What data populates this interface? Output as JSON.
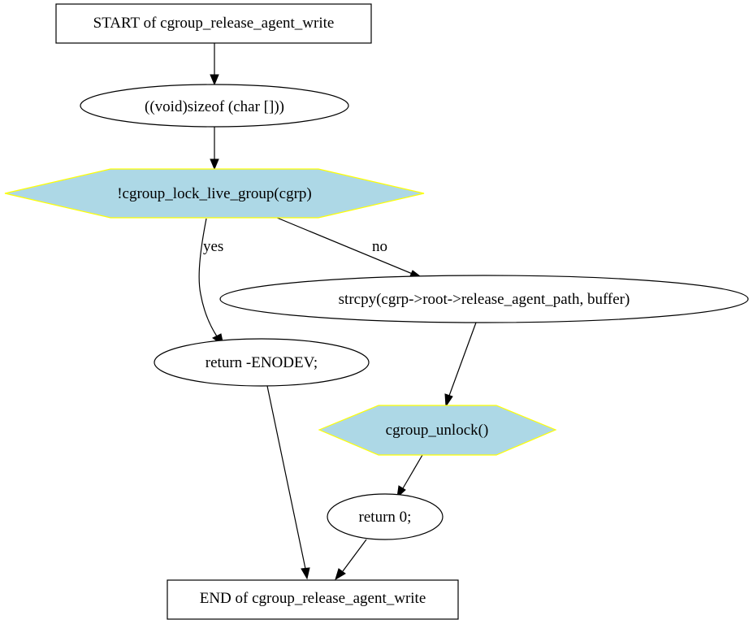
{
  "nodes": {
    "start": {
      "label": "START of cgroup_release_agent_write",
      "shape": "box"
    },
    "sizeof": {
      "label": "((void)sizeof (char []))",
      "shape": "ellipse"
    },
    "lock_check": {
      "label": "!cgroup_lock_live_group(cgrp)",
      "shape": "hexagon"
    },
    "strcpy": {
      "label": "strcpy(cgrp->root->release_agent_path, buffer)",
      "shape": "ellipse"
    },
    "return_enodev": {
      "label": "return -ENODEV;",
      "shape": "ellipse"
    },
    "unlock": {
      "label": "cgroup_unlock()",
      "shape": "hexagon"
    },
    "return_zero": {
      "label": "return 0;",
      "shape": "ellipse"
    },
    "end": {
      "label": "END of cgroup_release_agent_write",
      "shape": "box"
    }
  },
  "edges": {
    "start_to_sizeof": {
      "from": "start",
      "to": "sizeof",
      "label": ""
    },
    "sizeof_to_lock": {
      "from": "sizeof",
      "to": "lock_check",
      "label": ""
    },
    "lock_yes": {
      "from": "lock_check",
      "to": "return_enodev",
      "label": "yes"
    },
    "lock_no": {
      "from": "lock_check",
      "to": "strcpy",
      "label": "no"
    },
    "strcpy_to_unlock": {
      "from": "strcpy",
      "to": "unlock",
      "label": ""
    },
    "unlock_to_return": {
      "from": "unlock",
      "to": "return_zero",
      "label": ""
    },
    "enodev_to_end": {
      "from": "return_enodev",
      "to": "end",
      "label": ""
    },
    "return_to_end": {
      "from": "return_zero",
      "to": "end",
      "label": ""
    }
  },
  "colors": {
    "decision_fill": "#add8e6",
    "decision_stroke": "#ffff00",
    "line": "#000000",
    "background": "#ffffff"
  }
}
